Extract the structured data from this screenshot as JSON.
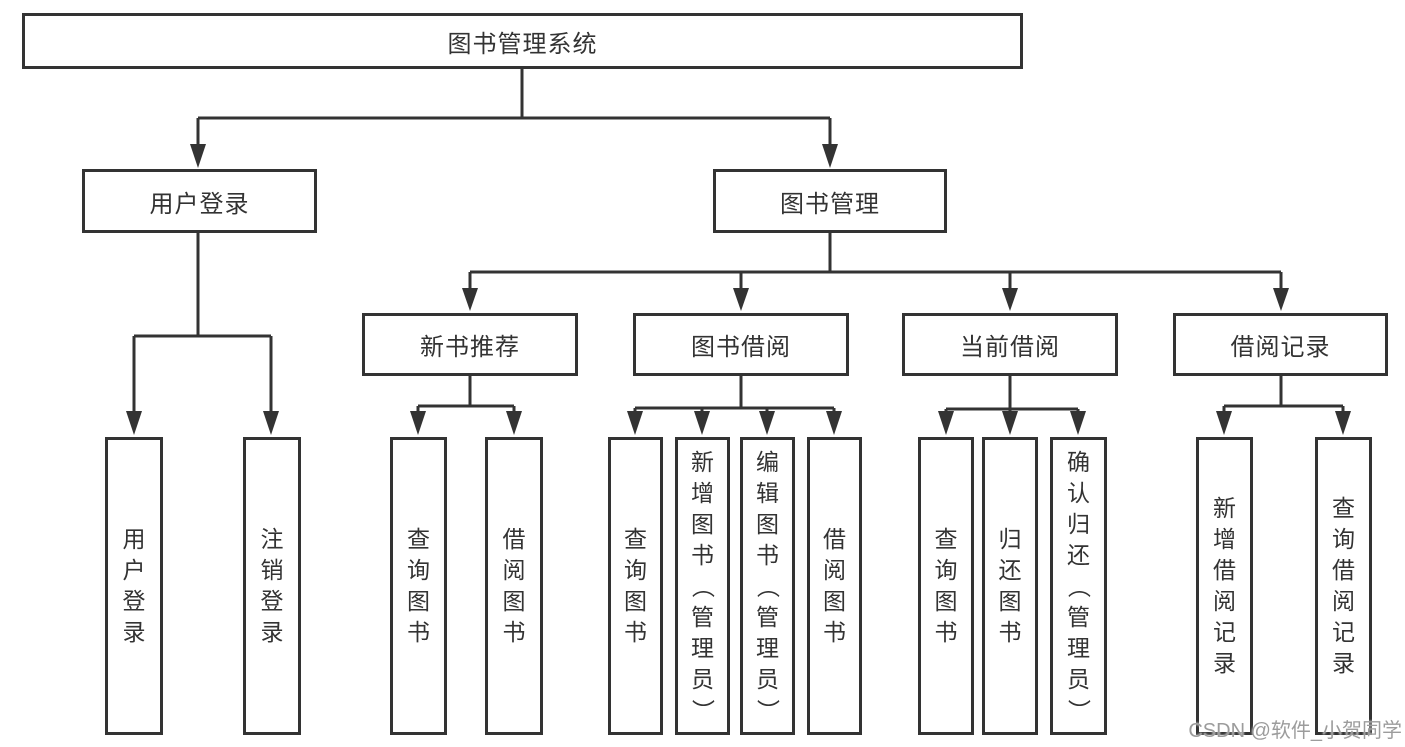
{
  "diagram_title": "图书管理系统",
  "tree": {
    "label": "图书管理系统",
    "children": [
      {
        "label": "用户登录",
        "children": [
          {
            "label": "用户登录"
          },
          {
            "label": "注销登录"
          }
        ]
      },
      {
        "label": "图书管理",
        "children": [
          {
            "label": "新书推荐",
            "children": [
              {
                "label": "查询图书"
              },
              {
                "label": "借阅图书"
              }
            ]
          },
          {
            "label": "图书借阅",
            "children": [
              {
                "label": "查询图书"
              },
              {
                "label": "新增图书（管理员）"
              },
              {
                "label": "编辑图书（管理员）"
              },
              {
                "label": "借阅图书"
              }
            ]
          },
          {
            "label": "当前借阅",
            "children": [
              {
                "label": "查询图书"
              },
              {
                "label": "归还图书"
              },
              {
                "label": "确认归还（管理员）"
              }
            ]
          },
          {
            "label": "借阅记录",
            "children": [
              {
                "label": "新增借阅记录"
              },
              {
                "label": "查询借阅记录"
              }
            ]
          }
        ]
      }
    ]
  },
  "watermark": "CSDN @软件_小贺同学",
  "colors": {
    "line": "#333333",
    "text": "#333333",
    "box_background": "#ffffff",
    "watermark": "#9c9c9c"
  }
}
